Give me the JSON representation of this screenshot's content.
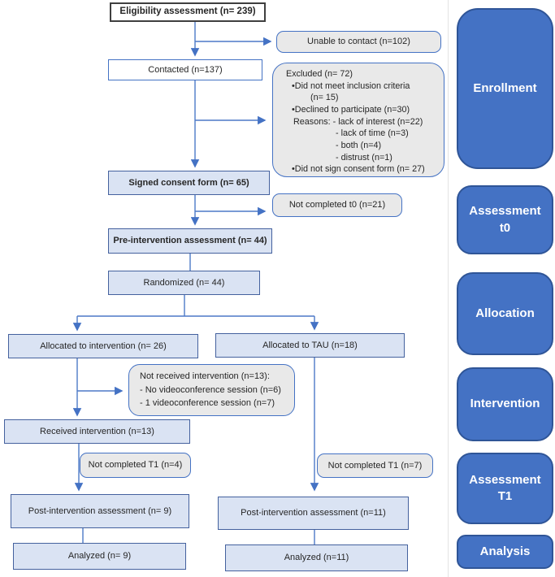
{
  "diagram": {
    "eligibility": "Eligibility assessment (n= 239)",
    "unable_to_contact": "Unable to contact (n=102)",
    "contacted": "Contacted (n=137)",
    "excluded": {
      "title": "Excluded (n= 72)",
      "bullet1": "•Did not meet inclusion criteria",
      "bullet1_n": "(n= 15)",
      "bullet2": "•Declined to participate (n=30)",
      "reasons_line": "Reasons: - lack of interest (n=22)",
      "reason_time": "- lack of time (n=3)",
      "reason_both": "- both (n=4)",
      "reason_distrust": "- distrust (n=1)",
      "bullet3": "•Did not sign consent form (n= 27)"
    },
    "signed_consent": "Signed consent form (n= 65)",
    "not_completed_t0": "Not completed t0 (n=21)",
    "pre_intervention": "Pre-intervention assessment (n= 44)",
    "randomized": "Randomized (n= 44)",
    "allocated_intervention": "Allocated to intervention (n= 26)",
    "allocated_tau": "Allocated to TAU (n=18)",
    "not_received": {
      "title": "Not received intervention (n=13):",
      "line1": "- No videoconference session (n=6)",
      "line2": "- 1 videoconference session (n=7)"
    },
    "received": "Received intervention (n=13)",
    "not_completed_t1_left": "Not completed T1 (n=4)",
    "not_completed_t1_right": "Not completed T1 (n=7)",
    "post_left": "Post-intervention assessment (n= 9)",
    "post_right": "Post-intervention assessment (n=11)",
    "analyzed_left": "Analyzed (n= 9)",
    "analyzed_right": "Analyzed (n=11)"
  },
  "stages": [
    {
      "label": "Enrollment"
    },
    {
      "label": "Assessment\nt0"
    },
    {
      "label": "Allocation"
    },
    {
      "label": "Intervention"
    },
    {
      "label": "Assessment\nT1"
    },
    {
      "label": "Analysis"
    }
  ],
  "colors": {
    "accent_blue": "#4472C4",
    "stage_fill": "#4472C4",
    "stage_border": "#2F5597",
    "light_blue_fill": "#DAE3F3",
    "gray_fill": "#E9E9E9",
    "start_border": "#3F3F3F"
  }
}
